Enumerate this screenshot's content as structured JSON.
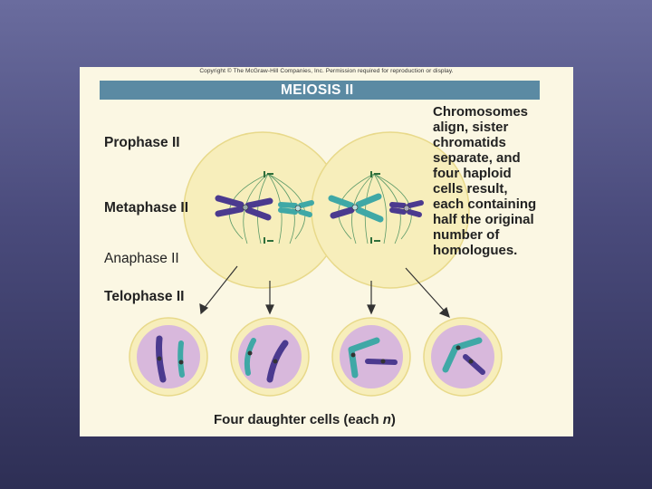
{
  "copyright": "Copyright © The McGraw-Hill Companies, Inc. Permission required for reproduction or display.",
  "title": "MEIOSIS II",
  "phases": {
    "prophase": "Prophase II",
    "metaphase": "Metaphase II",
    "anaphase": "Anaphase II",
    "telophase": "Telophase II"
  },
  "description": {
    "line1": "Chromosomes",
    "line2": "align, sister",
    "line3": "chromatids",
    "line4": "separate, and",
    "line5": "four haploid",
    "line6": "cells result,",
    "line7": "each containing",
    "line8": "half the original",
    "line9": "number of",
    "line10": "homologues."
  },
  "footer": {
    "text": "Four daughter cells (each ",
    "n": "n",
    "close": ")"
  },
  "colors": {
    "slide_background_top": "#6a6c9e",
    "slide_background_bottom": "#2e2f55",
    "title_bar": "#5b8aa3",
    "figure_background": "#fbf7e3",
    "cell_fill": "#f5ebb0",
    "cell_ring": "#f4e6a0",
    "daughter_nucleus": "#d8b8dc",
    "chromosome_purple": "#4b3a8f",
    "chromosome_teal": "#3fa8a6",
    "spindle_green": "#4f8a5a"
  }
}
